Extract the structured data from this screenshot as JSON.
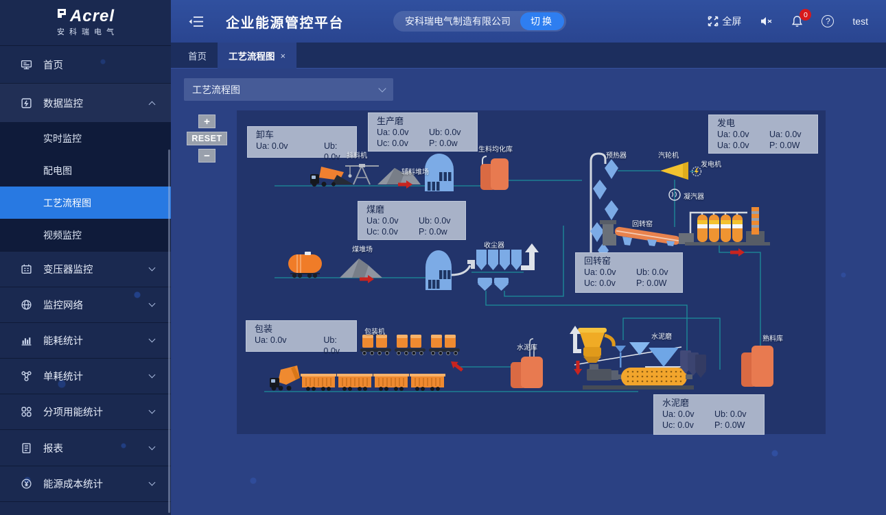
{
  "app": {
    "logo_text": "Acrel",
    "logo_sub": "安科瑞电气",
    "title": "企业能源管控平台",
    "company": "安科瑞电气制造有限公司",
    "switch_label": "切换",
    "fullscreen_label": "全屏",
    "username": "test",
    "notification_count": "0"
  },
  "sidebar": {
    "items": [
      {
        "label": "首页",
        "icon": "home-icon"
      },
      {
        "label": "数据监控",
        "icon": "data-monitor-icon",
        "expanded": true,
        "children": [
          {
            "label": "实时监控"
          },
          {
            "label": "配电图"
          },
          {
            "label": "工艺流程图",
            "active": true
          },
          {
            "label": "视频监控"
          }
        ]
      },
      {
        "label": "变压器监控",
        "icon": "transformer-icon"
      },
      {
        "label": "监控网络",
        "icon": "network-icon"
      },
      {
        "label": "能耗统计",
        "icon": "energy-stats-icon"
      },
      {
        "label": "单耗统计",
        "icon": "unit-consumption-icon"
      },
      {
        "label": "分项用能统计",
        "icon": "subentry-energy-icon"
      },
      {
        "label": "报表",
        "icon": "report-icon"
      },
      {
        "label": "能源成本统计",
        "icon": "energy-cost-icon"
      }
    ]
  },
  "tabs": [
    {
      "label": "首页"
    },
    {
      "label": "工艺流程图",
      "close": "×",
      "active": true
    }
  ],
  "toolbar": {
    "diagram_select": "工艺流程图",
    "zoom_in": "+",
    "zoom_reset": "RESET",
    "zoom_out": "−"
  },
  "diagram": {
    "boxes": [
      {
        "title": "卸车",
        "rows": [
          [
            "Ua: 0.0v",
            "Ub: 0.0v"
          ]
        ]
      },
      {
        "title": "生产磨",
        "rows": [
          [
            "Ua: 0.0v",
            "Ub: 0.0v"
          ],
          [
            "Uc: 0.0v",
            "P: 0.0w"
          ]
        ]
      },
      {
        "title": "发电",
        "rows": [
          [
            "Ua: 0.0v",
            "Ua: 0.0v"
          ],
          [
            "Ua: 0.0v",
            "P: 0.0W"
          ]
        ]
      },
      {
        "title": "煤磨",
        "rows": [
          [
            "Ua: 0.0v",
            "Ub: 0.0v"
          ],
          [
            "Uc: 0.0v",
            "P: 0.0w"
          ]
        ]
      },
      {
        "title": "回转窑",
        "rows": [
          [
            "Ua: 0.0v",
            "Ub: 0.0v"
          ],
          [
            "Uc: 0.0v",
            "P: 0.0W"
          ]
        ]
      },
      {
        "title": "包装",
        "rows": [
          [
            "Ua: 0.0v",
            "Ub: 0.0v"
          ]
        ]
      },
      {
        "title": "水泥磨",
        "rows": [
          [
            "Ua: 0.0v",
            "Ub: 0.0v"
          ],
          [
            "Uc: 0.0v",
            "P: 0.0W"
          ]
        ]
      }
    ],
    "labels": {
      "shaker": "抖料机",
      "aux_yard": "辅料堆场",
      "raw_silo": "生料均化库",
      "preheater": "预热器",
      "turbine": "汽轮机",
      "generator": "发电机",
      "condenser": "凝汽器",
      "kiln": "回转窑",
      "coal_yard": "煤堆场",
      "dust_collector": "收尘器",
      "packer": "包装机",
      "cement_silo": "水泥库",
      "cement_mill": "水泥磨",
      "clinker_silo": "熟料库"
    }
  },
  "colors": {
    "accent_blue": "#2879e2",
    "badge_red": "#d7191c",
    "line_teal": "#1d8f9b",
    "arrow_red": "#c8241f",
    "equipment_orange": "#ef8a30",
    "box_bg": "#a8b2c8"
  }
}
